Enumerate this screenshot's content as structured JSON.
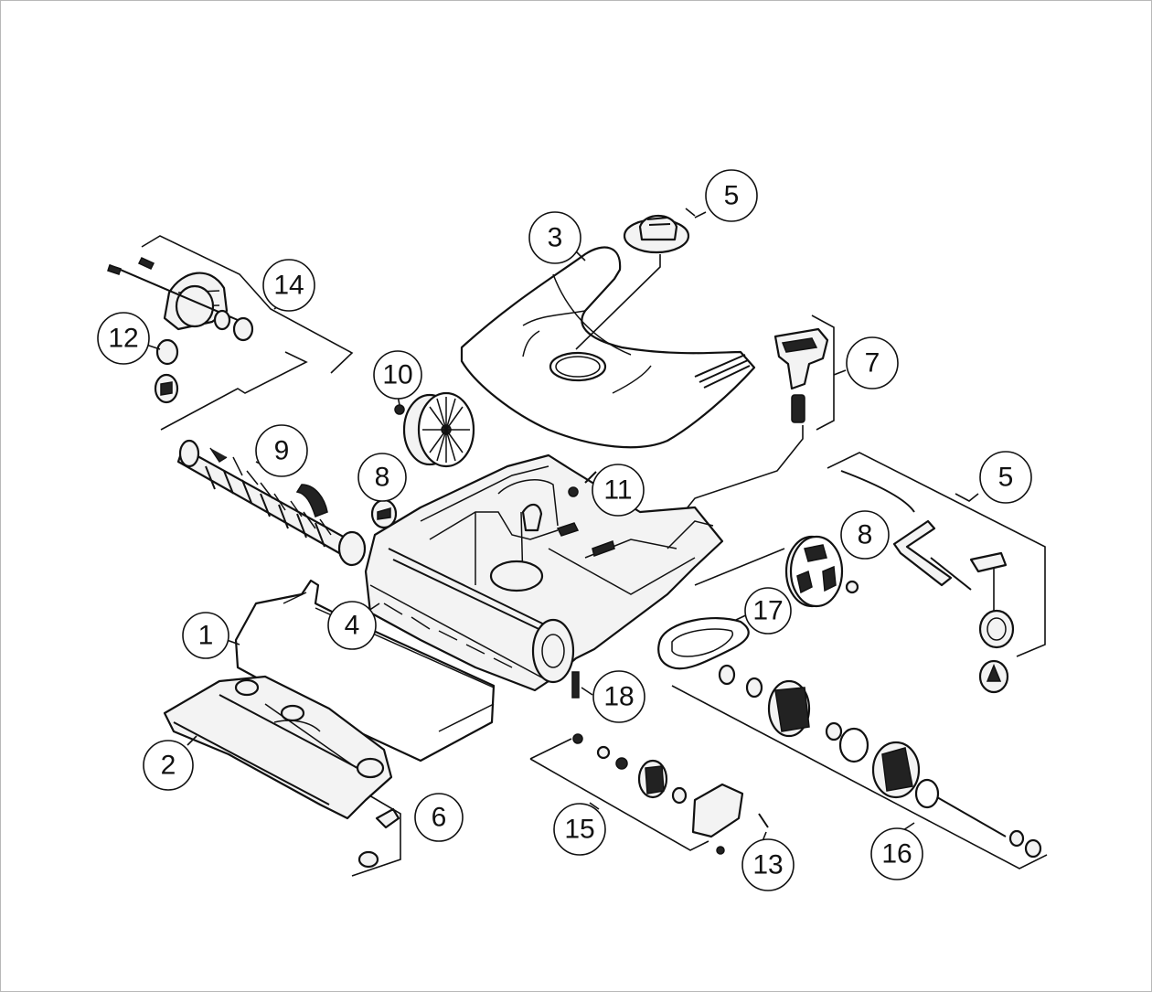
{
  "callouts": [
    {
      "id": "c1",
      "label": "1"
    },
    {
      "id": "c2",
      "label": "2"
    },
    {
      "id": "c3",
      "label": "3"
    },
    {
      "id": "c4",
      "label": "4"
    },
    {
      "id": "c5a",
      "label": "5"
    },
    {
      "id": "c5b",
      "label": "5"
    },
    {
      "id": "c6",
      "label": "6"
    },
    {
      "id": "c7",
      "label": "7"
    },
    {
      "id": "c8a",
      "label": "8"
    },
    {
      "id": "c8b",
      "label": "8"
    },
    {
      "id": "c9",
      "label": "9"
    },
    {
      "id": "c10",
      "label": "10"
    },
    {
      "id": "c11",
      "label": "11"
    },
    {
      "id": "c12",
      "label": "12"
    },
    {
      "id": "c13",
      "label": "13"
    },
    {
      "id": "c14",
      "label": "14"
    },
    {
      "id": "c15",
      "label": "15"
    },
    {
      "id": "c16",
      "label": "16"
    },
    {
      "id": "c17",
      "label": "17"
    },
    {
      "id": "c18",
      "label": "18"
    }
  ]
}
